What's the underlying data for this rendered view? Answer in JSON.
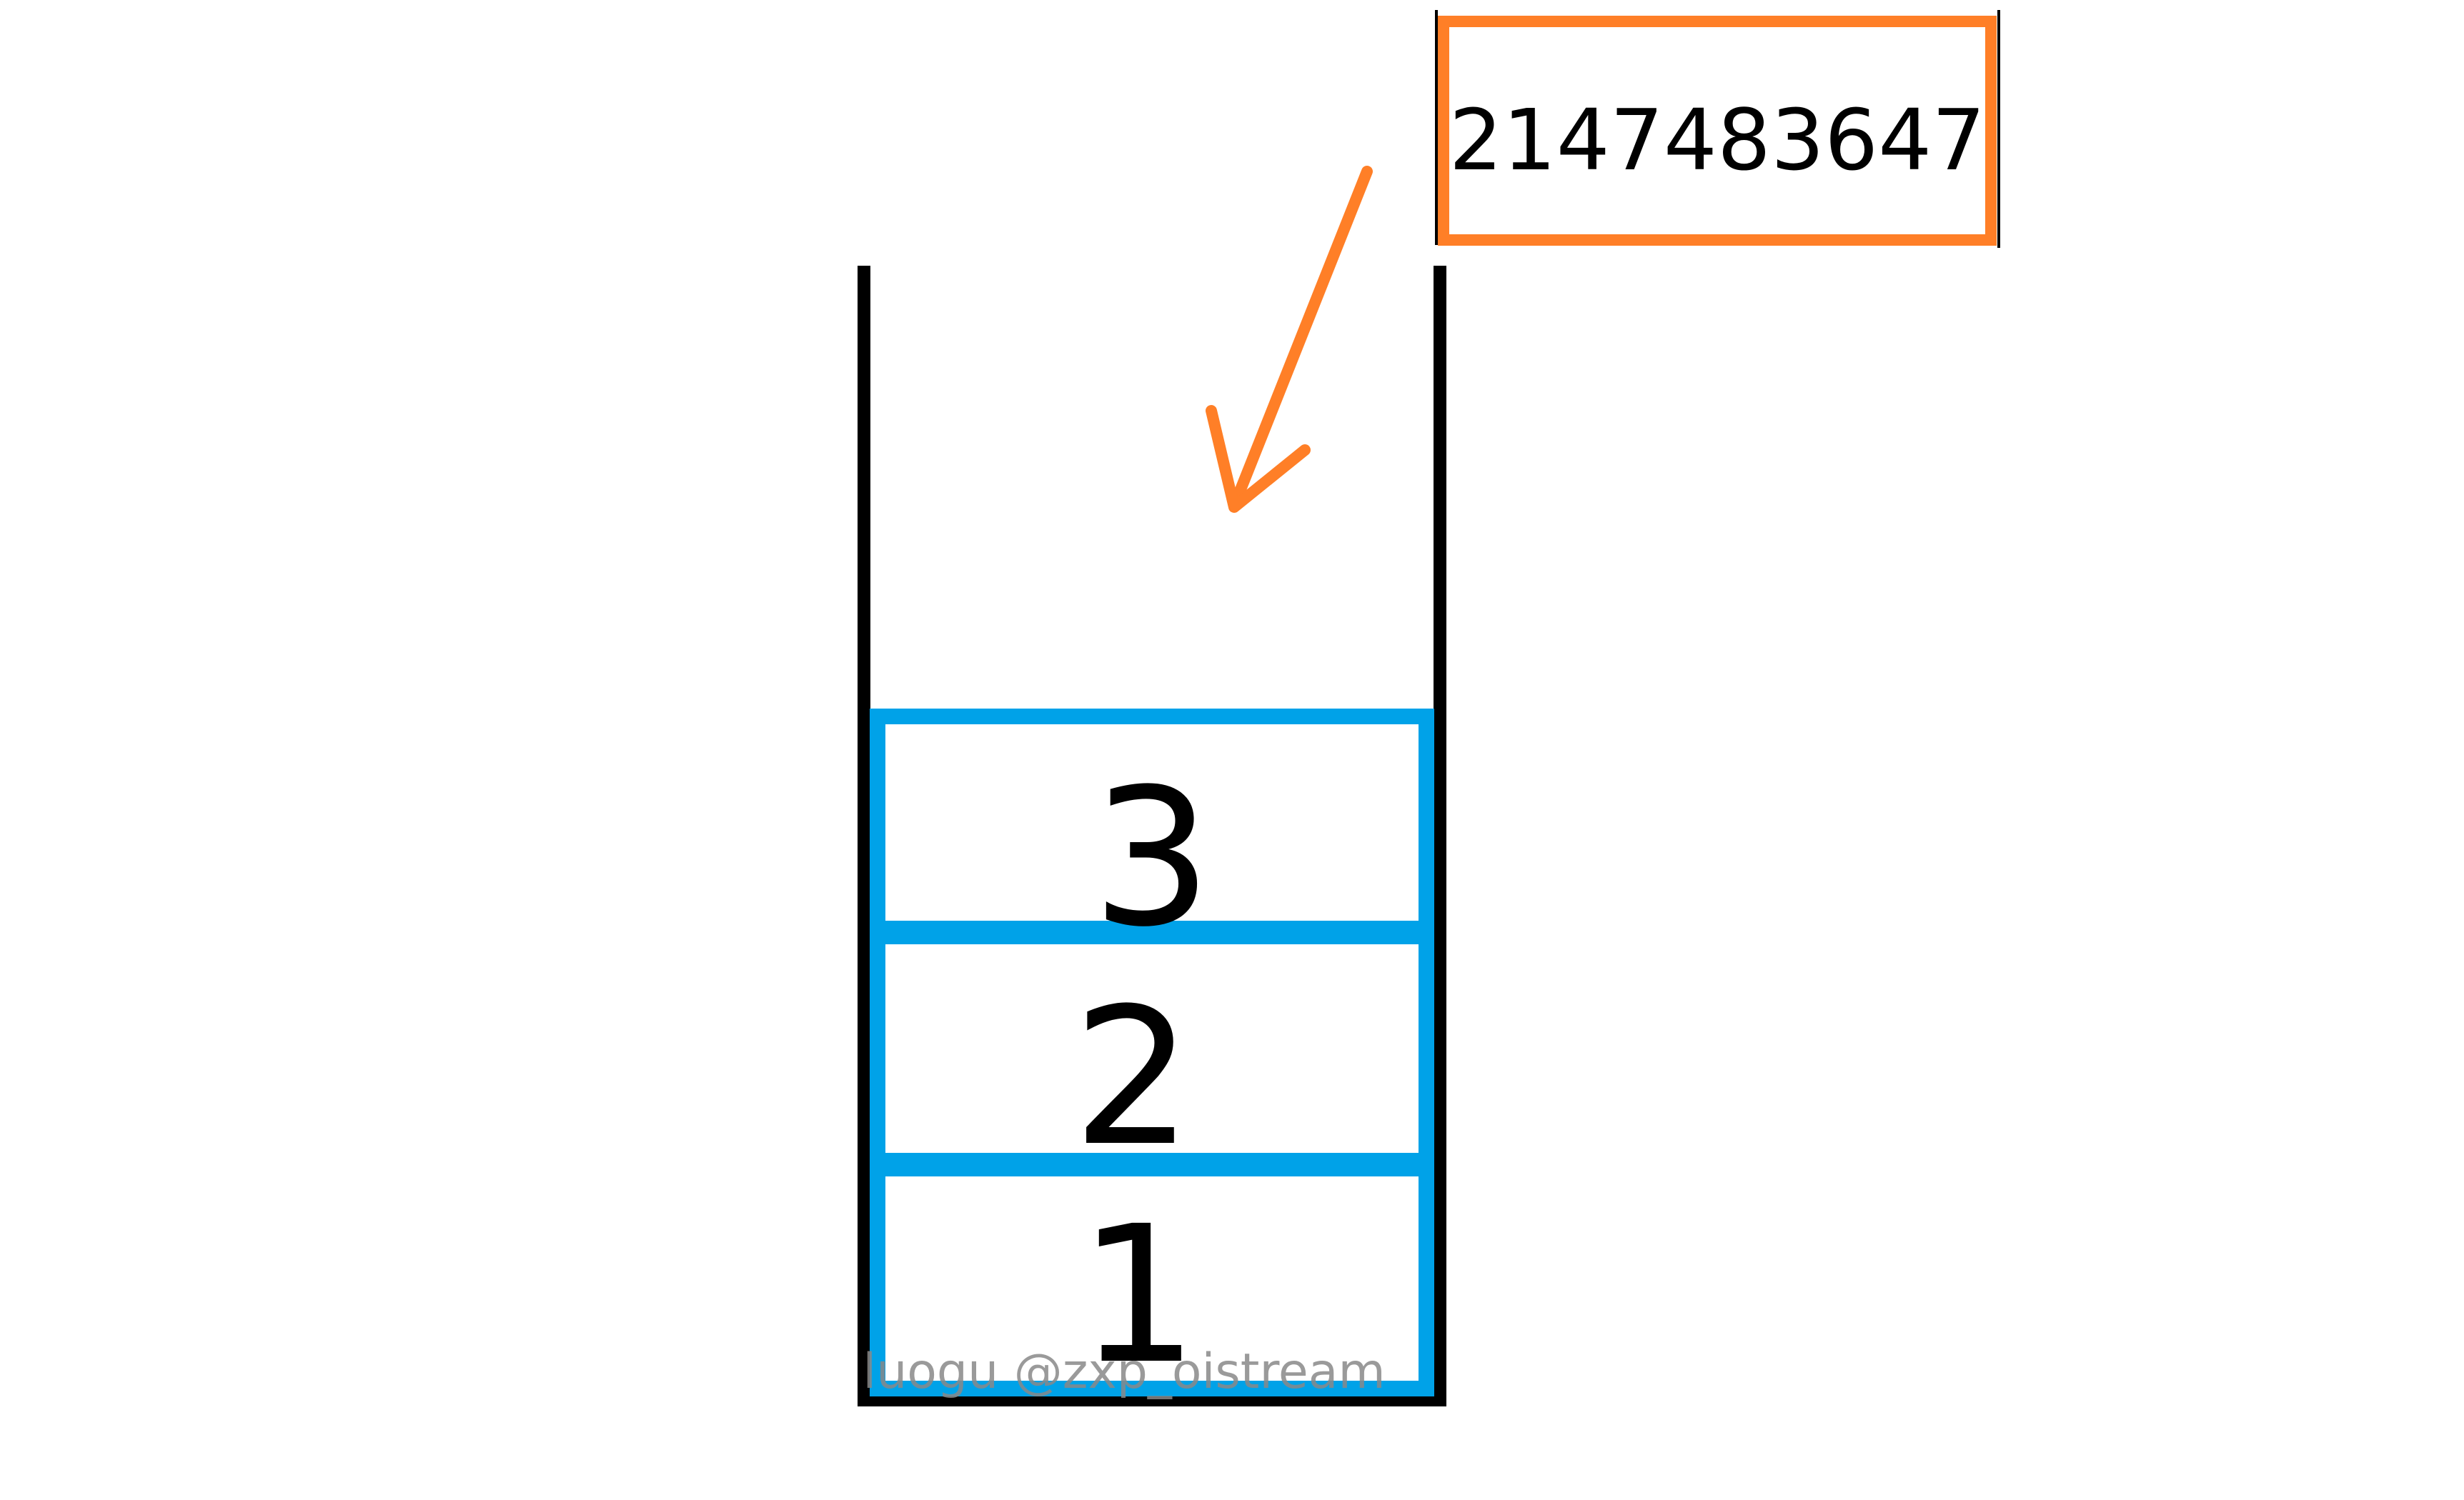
{
  "value_box": {
    "label": "2147483647"
  },
  "stack": {
    "cells": [
      {
        "label": "3"
      },
      {
        "label": "2"
      },
      {
        "label": "1"
      }
    ]
  },
  "watermark": "luogu @zxp_oistream",
  "colors": {
    "container": "#000000",
    "cells": "#00a2e8",
    "value_box": "#ff7f27",
    "arrow": "#ff7f27",
    "watermark": "#888888"
  }
}
